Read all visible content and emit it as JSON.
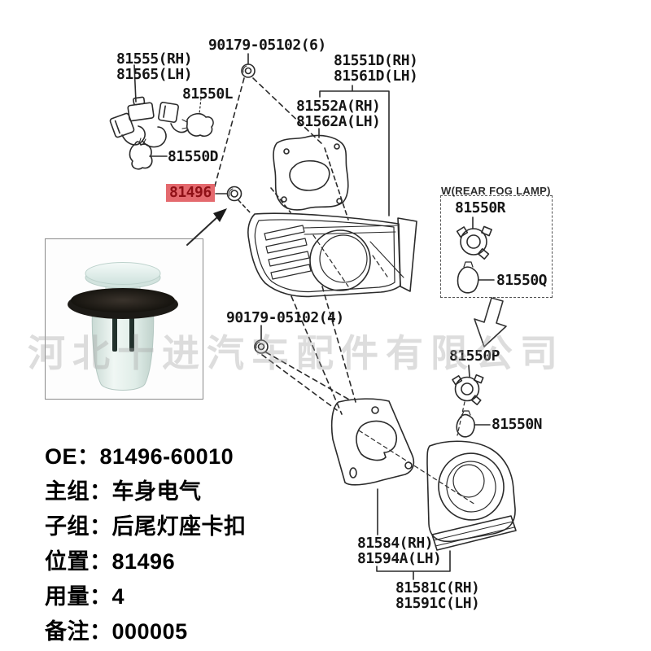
{
  "diagram": {
    "labels": {
      "bolt_top": "90179-05102(6)",
      "bolt_bottom": "90179-05102(4)",
      "sockets_rh": "81555(RH)",
      "sockets_lh": "81565(LH)",
      "bulb_l": "81550L",
      "bulb_d": "81550D",
      "clip": "81496",
      "lamp_outer_rh": "81551D(RH)",
      "lamp_outer_lh": "81561D(LH)",
      "gasket_rh": "81552A(RH)",
      "gasket_lh": "81562A(LH)",
      "fog_box_title": "W(REAR FOG LAMP)",
      "socket_r": "81550R",
      "bulb_q": "81550Q",
      "socket_p": "81550P",
      "bulb_n": "81550N",
      "panel_rh": "81584(RH)",
      "panel_lh": "81594A(LH)",
      "lamp_inner_rh": "81581C(RH)",
      "lamp_inner_lh": "81591C(LH)"
    },
    "highlight_bg": "#e4696e",
    "highlight_fg": "#8f1016",
    "line_color": "#2b2b2b"
  },
  "watermark": "河北十进汽车配件有限公司",
  "info": {
    "lines": [
      {
        "label": "OE：",
        "value": "81496-60010"
      },
      {
        "label": "主组：",
        "value": "车身电气"
      },
      {
        "label": "子组：",
        "value": "后尾灯座卡扣"
      },
      {
        "label": "位置：",
        "value": "81496"
      },
      {
        "label": "用量：",
        "value": "4"
      },
      {
        "label": "备注：",
        "value": "000005"
      }
    ]
  }
}
